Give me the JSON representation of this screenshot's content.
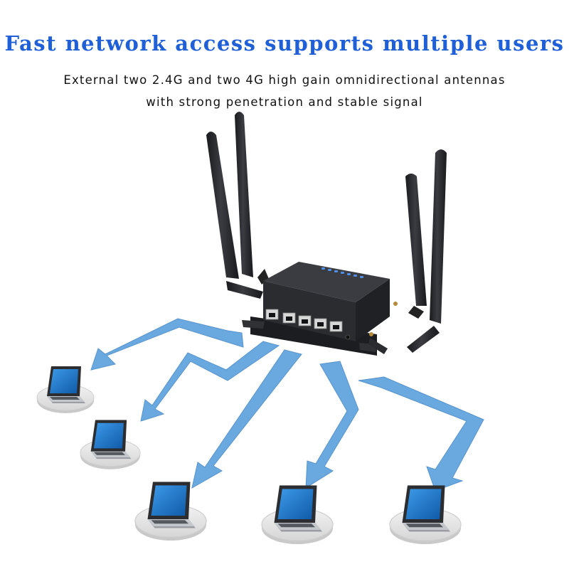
{
  "headline": "Fast network access supports multiple users",
  "subtitle": {
    "line1": "External two 2.4G and two 4G high gain omnidirectional antennas",
    "line2": "with strong penetration and stable signal"
  },
  "colors": {
    "headline": "#1f5fd8",
    "arrow": "#6aa9e0",
    "router_body": "#2a2c30",
    "antenna": "#25272b",
    "led": "#4f8fe6",
    "laptop_screen": "#1e74c8",
    "platform": "#e4e4e4"
  },
  "scene": {
    "device": "4G LTE Wi-Fi router with 4 external antennas and 5 ethernet ports",
    "connected_laptops": 5
  }
}
